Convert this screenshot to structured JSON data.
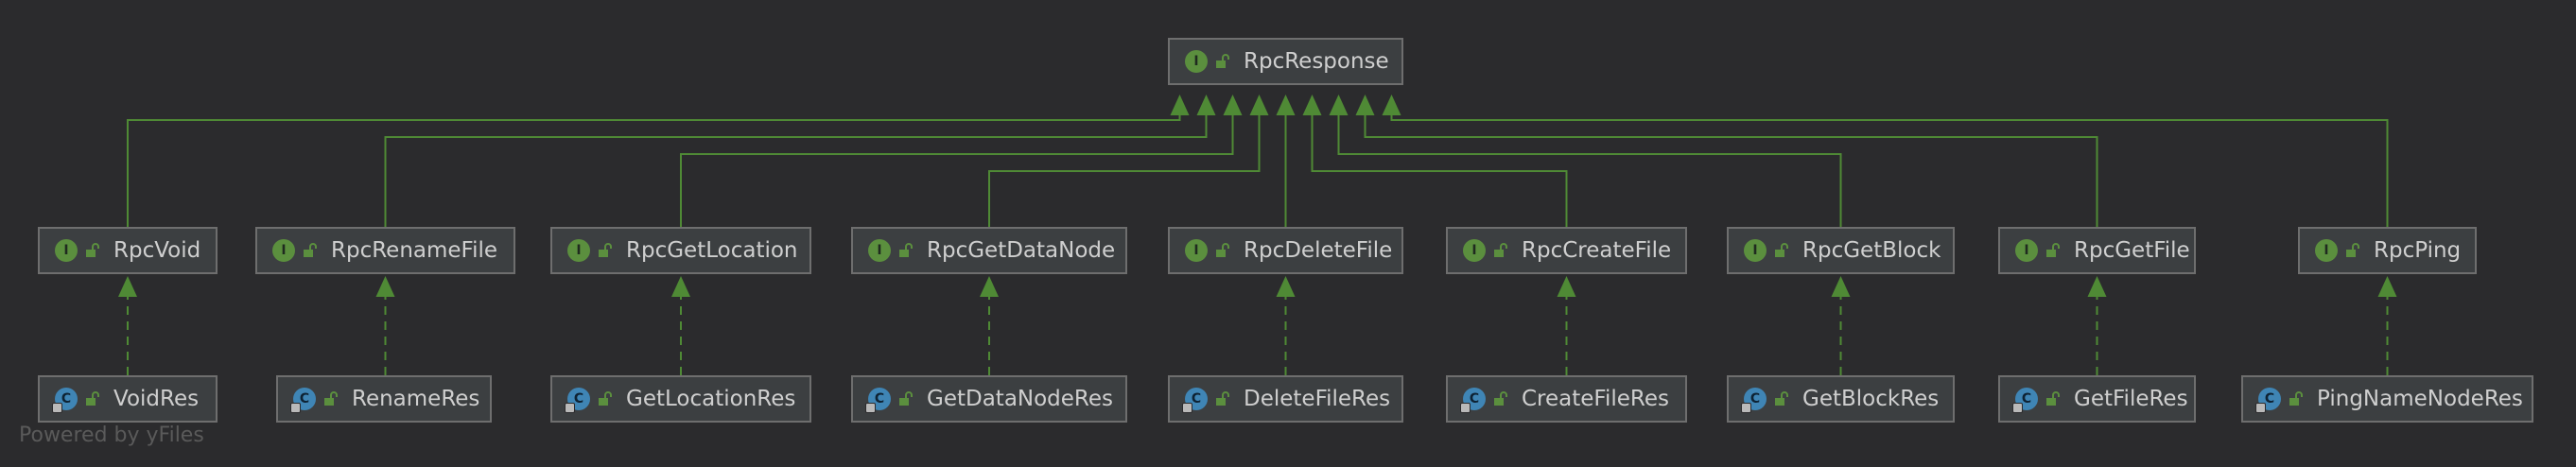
{
  "root": {
    "name": "RpcResponse",
    "kind": "interface"
  },
  "interfaces": [
    {
      "name": "RpcVoid",
      "kind": "interface"
    },
    {
      "name": "RpcRenameFile",
      "kind": "interface"
    },
    {
      "name": "RpcGetLocation",
      "kind": "interface"
    },
    {
      "name": "RpcGetDataNode",
      "kind": "interface"
    },
    {
      "name": "RpcDeleteFile",
      "kind": "interface"
    },
    {
      "name": "RpcCreateFile",
      "kind": "interface"
    },
    {
      "name": "RpcGetBlock",
      "kind": "interface"
    },
    {
      "name": "RpcGetFile",
      "kind": "interface"
    },
    {
      "name": "RpcPing",
      "kind": "interface"
    }
  ],
  "classes": [
    {
      "name": "VoidRes",
      "kind": "class",
      "implements": "RpcVoid"
    },
    {
      "name": "RenameRes",
      "kind": "class",
      "implements": "RpcRenameFile"
    },
    {
      "name": "GetLocationRes",
      "kind": "class",
      "implements": "RpcGetLocation"
    },
    {
      "name": "GetDataNodeRes",
      "kind": "class",
      "implements": "RpcGetDataNode"
    },
    {
      "name": "DeleteFileRes",
      "kind": "class",
      "implements": "RpcDeleteFile"
    },
    {
      "name": "CreateFileRes",
      "kind": "class",
      "implements": "RpcCreateFile"
    },
    {
      "name": "GetBlockRes",
      "kind": "class",
      "implements": "RpcGetBlock"
    },
    {
      "name": "GetFileRes",
      "kind": "class",
      "implements": "RpcGetFile"
    },
    {
      "name": "PingNameNodeRes",
      "kind": "class",
      "implements": "RpcPing"
    }
  ],
  "badges": {
    "interface": "I",
    "class": "C"
  },
  "watermark": "Powered by yFiles",
  "colors": {
    "background": "#2b2b2d",
    "node_fill": "#3c3f41",
    "node_border": "#6e6e6e",
    "edge": "#4f8a35",
    "interface_badge": "#5b8f3e",
    "class_badge": "#3f85b5",
    "text": "#cfcfcf"
  }
}
